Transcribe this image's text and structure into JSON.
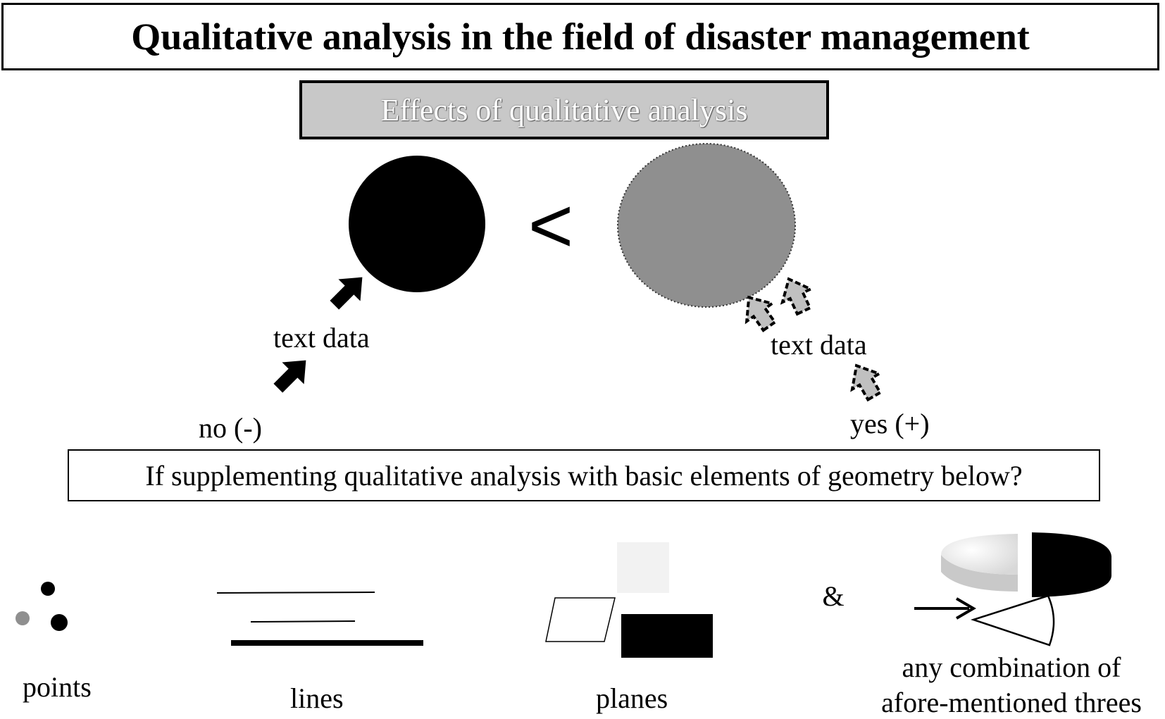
{
  "title": "Qualitative analysis in the field of disaster management",
  "effects_label": "Effects of qualitative analysis",
  "comparison_symbol": "<",
  "left_branch": {
    "data_label": "text data",
    "answer": "no (-)"
  },
  "right_branch": {
    "data_label": "text data",
    "answer": "yes (+)"
  },
  "question": "If supplementing qualitative analysis with basic elements of geometry below?",
  "elements": {
    "points": "points",
    "lines": "lines",
    "planes": "planes",
    "ampersand": "&",
    "combination_line1": "any combination of",
    "combination_line2": "afore-mentioned threes"
  },
  "colors": {
    "black": "#000000",
    "gray_circle": "#8f8f8f",
    "light_gray": "#c8c8c8",
    "very_light": "#f2f2f2"
  },
  "icons": [
    "solid-arrow-icon",
    "dashed-arrow-icon"
  ]
}
